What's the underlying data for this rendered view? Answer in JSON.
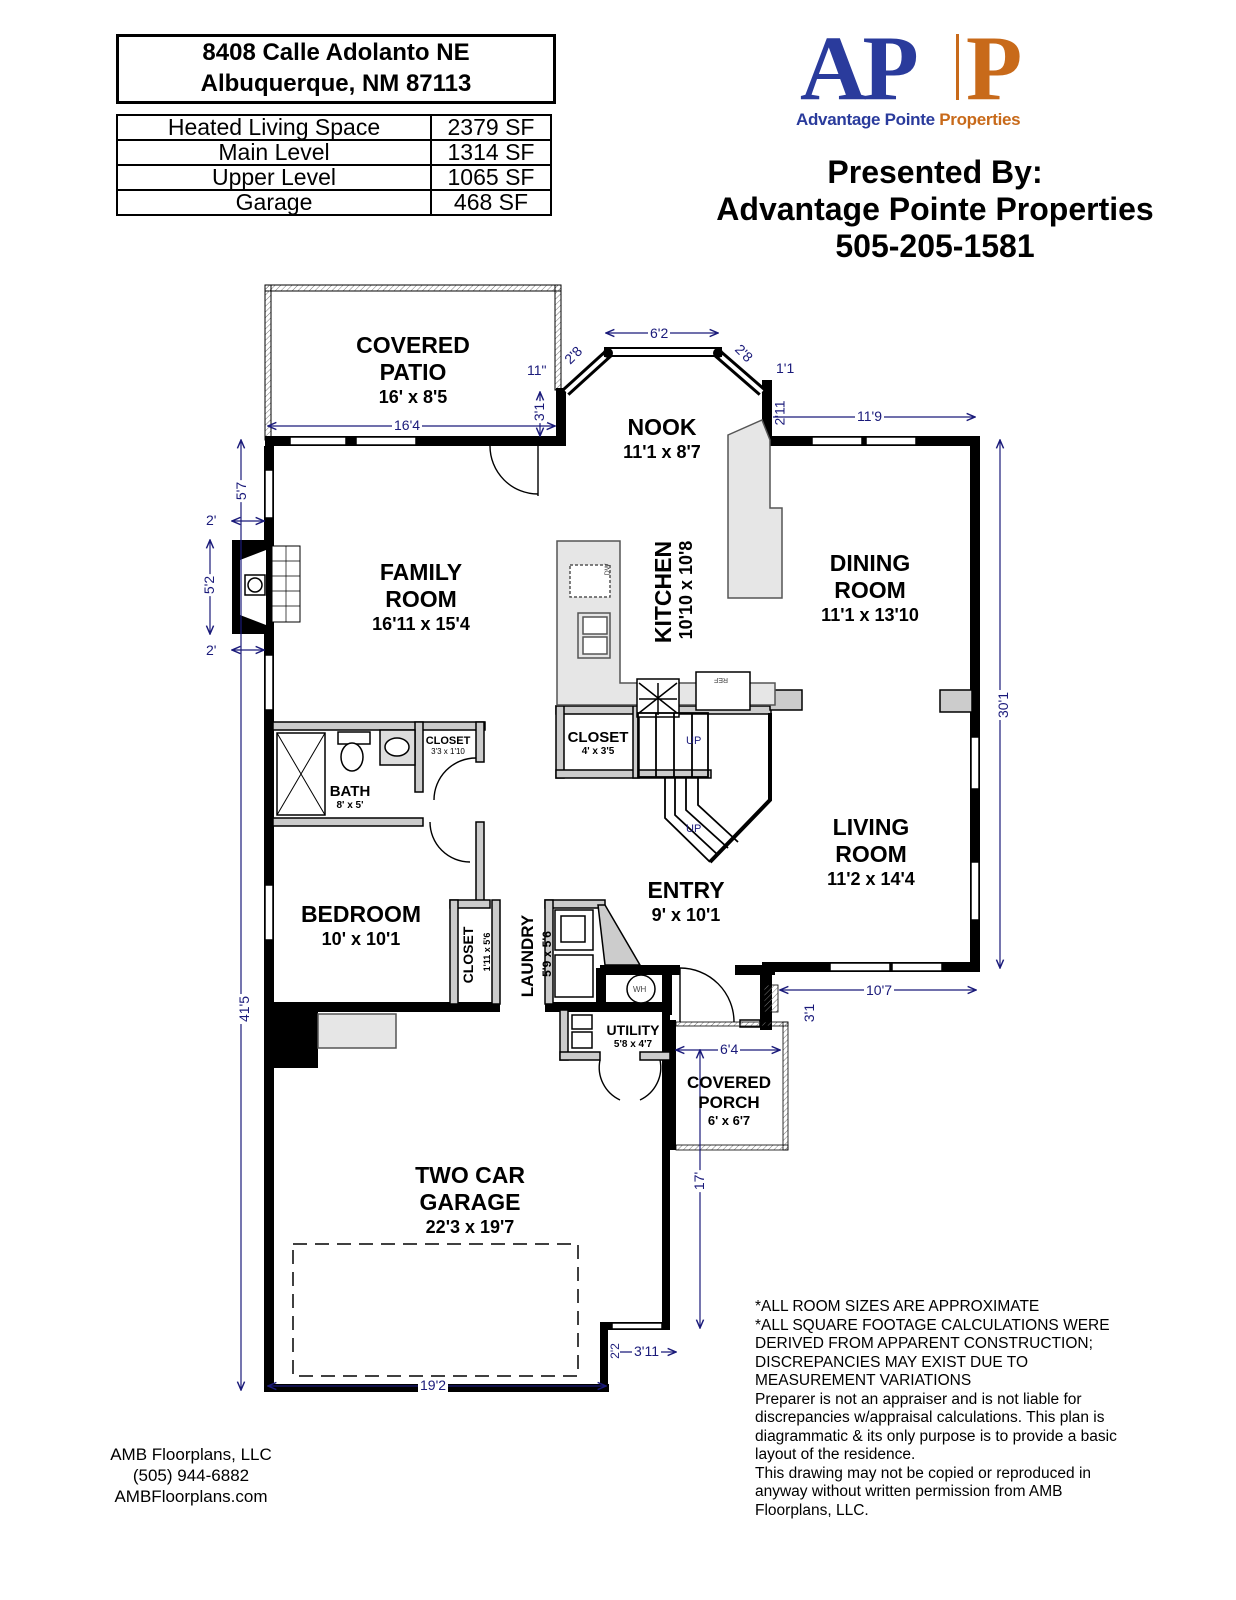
{
  "header": {
    "address_line1": "8408 Calle Adolanto NE",
    "address_line2": "Albuquerque, NM 87113"
  },
  "square_footage": [
    {
      "label": "Heated Living Space",
      "value": "2379 SF"
    },
    {
      "label": "Main Level",
      "value": "1314 SF"
    },
    {
      "label": "Upper Level",
      "value": "1065 SF"
    },
    {
      "label": "Garage",
      "value": "468 SF"
    }
  ],
  "logo": {
    "letters_left": "AP",
    "letters_right": "P",
    "tagline_blue": "Advantage Pointe",
    "tagline_orange": "Properties",
    "colors": {
      "blue": "#2a3b9c",
      "orange": "#c86a1a"
    }
  },
  "presenter": {
    "line1": "Presented By:",
    "line2": "Advantage Pointe Properties",
    "line3": "505-205-1581"
  },
  "rooms": {
    "covered_patio": {
      "name1": "COVERED",
      "name2": "PATIO",
      "size": "16' x 8'5"
    },
    "nook": {
      "name": "NOOK",
      "size": "11'1 x 8'7"
    },
    "family_room": {
      "name1": "FAMILY",
      "name2": "ROOM",
      "size": "16'11 x 15'4"
    },
    "kitchen": {
      "name": "KITCHEN",
      "size": "10'10 x 10'8"
    },
    "dining_room": {
      "name1": "DINING",
      "name2": "ROOM",
      "size": "11'1 x 13'10"
    },
    "bath": {
      "name": "BATH",
      "size": "8' x 5'"
    },
    "bath_closet": {
      "name": "CLOSET",
      "size": "3'3 x 1'10"
    },
    "stair_closet": {
      "name": "CLOSET",
      "size": "4' x 3'5"
    },
    "living_room": {
      "name1": "LIVING",
      "name2": "ROOM",
      "size": "11'2 x 14'4"
    },
    "entry": {
      "name": "ENTRY",
      "size": "9' x 10'1"
    },
    "bedroom": {
      "name": "BEDROOM",
      "size": "10' x 10'1"
    },
    "bedroom_closet": {
      "name": "CLOSET",
      "size": "1'11 x 5'6"
    },
    "laundry": {
      "name": "LAUNDRY",
      "size": "5'9 x 5'6"
    },
    "utility": {
      "name": "UTILITY",
      "size": "5'8 x 4'7"
    },
    "covered_porch": {
      "name1": "COVERED",
      "name2": "PORCH",
      "size": "6' x 6'7"
    },
    "garage": {
      "name1": "TWO CAR",
      "name2": "GARAGE",
      "size": "22'3 x 19'7"
    }
  },
  "fixtures": {
    "dishwasher": "DW",
    "refrigerator": "REF",
    "water_heater": "WH",
    "stairs_up_1": "UP",
    "stairs_up_2": "UP"
  },
  "dimensions": {
    "patio_width": "16'4",
    "patio_offset": "3'1",
    "patio_corner": "11\"",
    "bay_left": "2'8",
    "bay_center": "6'2",
    "bay_right": "2'8",
    "bay_right_offset": "1'1",
    "nook_right_drop": "2'11",
    "dining_width": "11'9",
    "right_height": "30'1",
    "left_upper": "5'7",
    "fireplace_top": "2'",
    "fireplace_width": "5'2",
    "fireplace_bottom": "2'",
    "left_height": "41'5",
    "living_bottom": "10'7",
    "porch_offset": "3'1",
    "porch_width": "6'4",
    "garage_right": "17'",
    "garage_notch": "2'2",
    "garage_notch_width": "3'11",
    "garage_width": "19'2"
  },
  "disclaimer": [
    "*ALL ROOM SIZES ARE APPROXIMATE",
    "*ALL SQUARE FOOTAGE CALCULATIONS WERE",
    "DERIVED FROM APPARENT CONSTRUCTION;",
    "DISCREPANCIES MAY EXIST DUE TO",
    "MEASUREMENT VARIATIONS",
    "Preparer is not an appraiser and is not liable for",
    "discrepancies w/appraisal calculations.  This plan is",
    "diagrammatic & its only purpose is to provide a basic",
    "layout of the residence.",
    "This drawing may not be copied or reproduced in",
    "anyway without written permission from AMB",
    "Floorplans, LLC."
  ],
  "footer": {
    "company": "AMB Floorplans, LLC",
    "phone": "(505) 944-6882",
    "website": "AMBFloorplans.com"
  }
}
